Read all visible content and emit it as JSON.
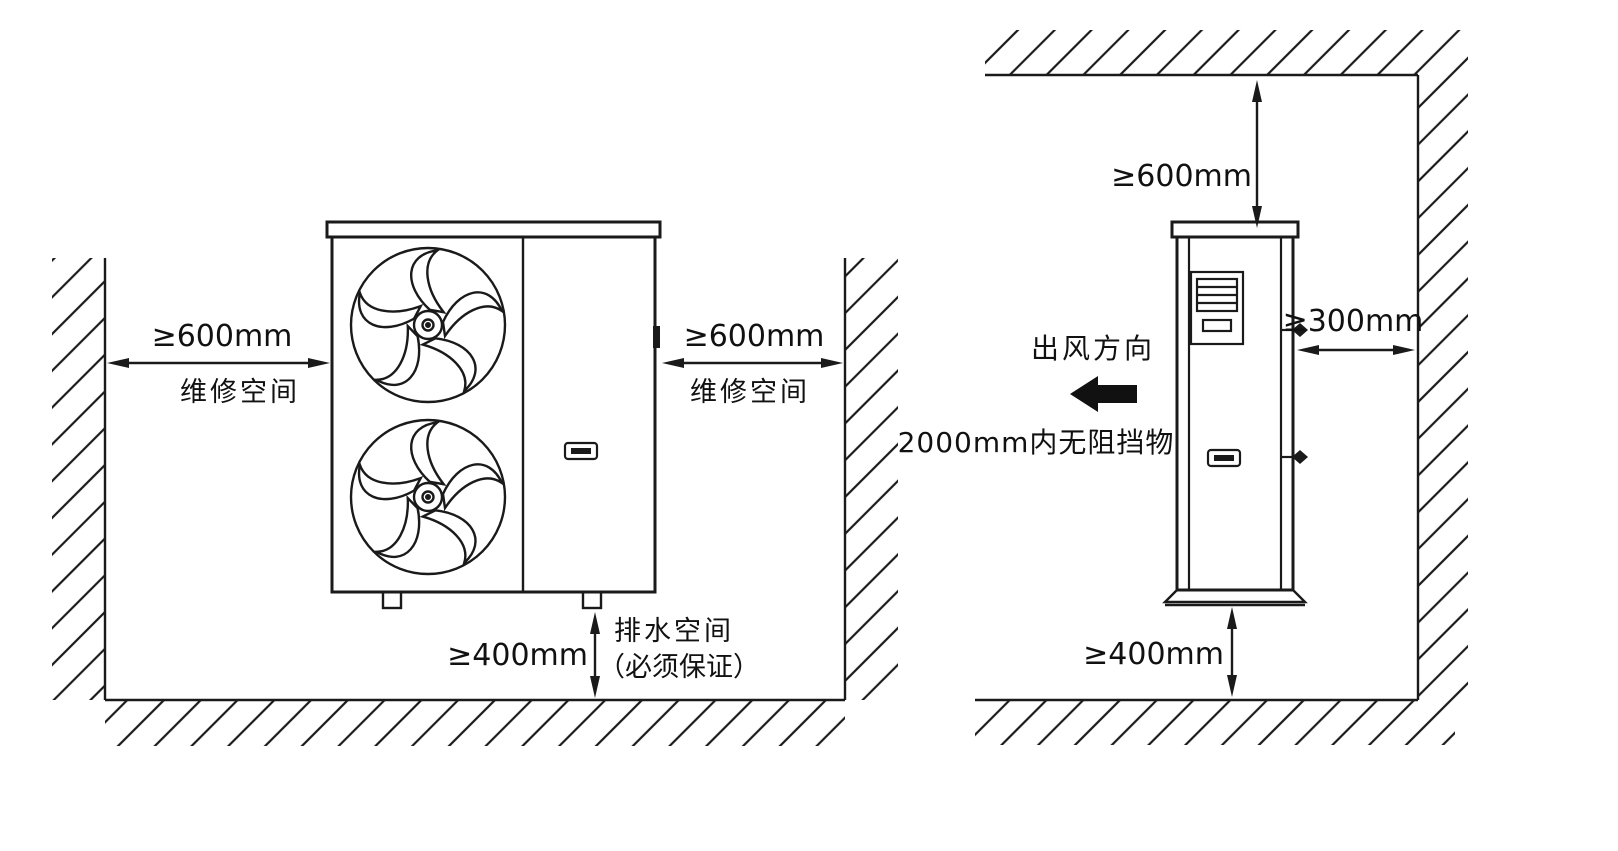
{
  "diagram": {
    "title_hint": "heat-pump-installation-clearance-diagram",
    "front_view": {
      "left_clearance": {
        "dimension": "≥600mm",
        "label": "维修空间"
      },
      "right_clearance": {
        "dimension": "≥600mm",
        "label": "维修空间"
      },
      "bottom_clearance": {
        "dimension": "≥400mm",
        "label_line1": "排水空间",
        "label_line2": "（必须保证）"
      }
    },
    "side_view": {
      "top_clearance": {
        "dimension": "≥600mm"
      },
      "rear_clearance": {
        "dimension": "≥300mm"
      },
      "bottom_clearance": {
        "dimension": "≥400mm"
      },
      "airflow_direction_label": "出风方向",
      "airflow_clearance_note": "2000mm内无阻挡物"
    },
    "colors": {
      "line": "#1a1a1a",
      "background": "#ffffff"
    }
  }
}
